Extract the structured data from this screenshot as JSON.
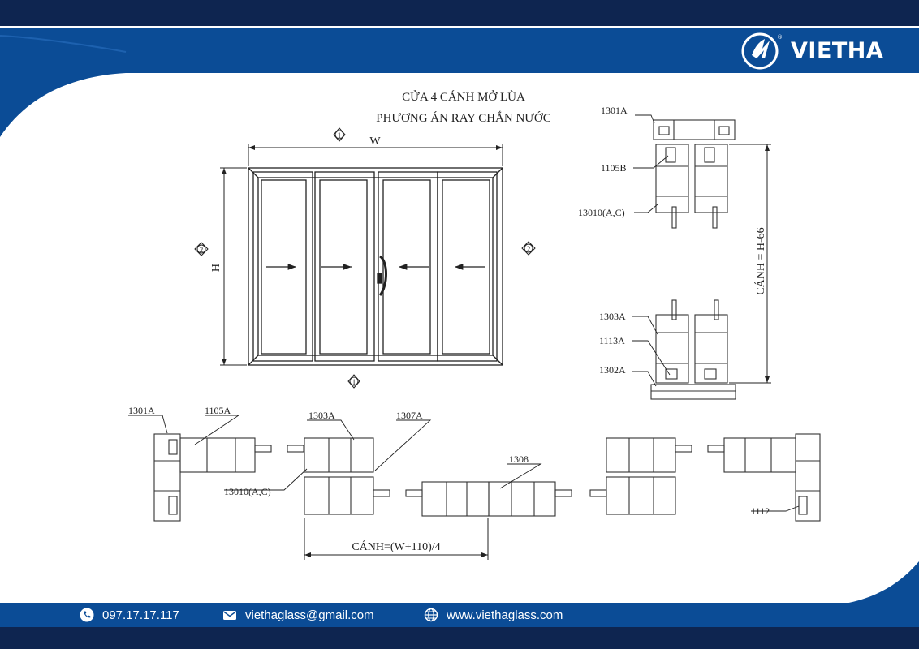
{
  "brand": {
    "name": "VIETHA",
    "color_primary": "#0b4c96",
    "color_dark": "#0e2550"
  },
  "drawing": {
    "title_line1": "CỬA 4 CÁNH MỞ LÙA",
    "title_line2": "PHƯƠNG ÁN RAY CHẮN NƯỚC",
    "width_label": "W",
    "height_label": "H",
    "marker_1": "1",
    "marker_2": "2",
    "sash_height_label": "CÁNH = H-66",
    "sash_width_label": "CÁNH=(W+110)/4",
    "parts": {
      "p1301A": "1301A",
      "p1105B": "1105B",
      "p13010AC": "13010(A,C)",
      "p1303A": "1303A",
      "p1113A": "1113A",
      "p1302A": "1302A",
      "p1105A": "1105A",
      "p1307A": "1307A",
      "p1308": "1308",
      "p1112": "1112"
    }
  },
  "footer": {
    "phone": "097.17.17.117",
    "email": "viethaglass@gmail.com",
    "website": "www.viethaglass.com",
    "icons": [
      "phone-icon",
      "email-icon",
      "globe-icon"
    ]
  }
}
